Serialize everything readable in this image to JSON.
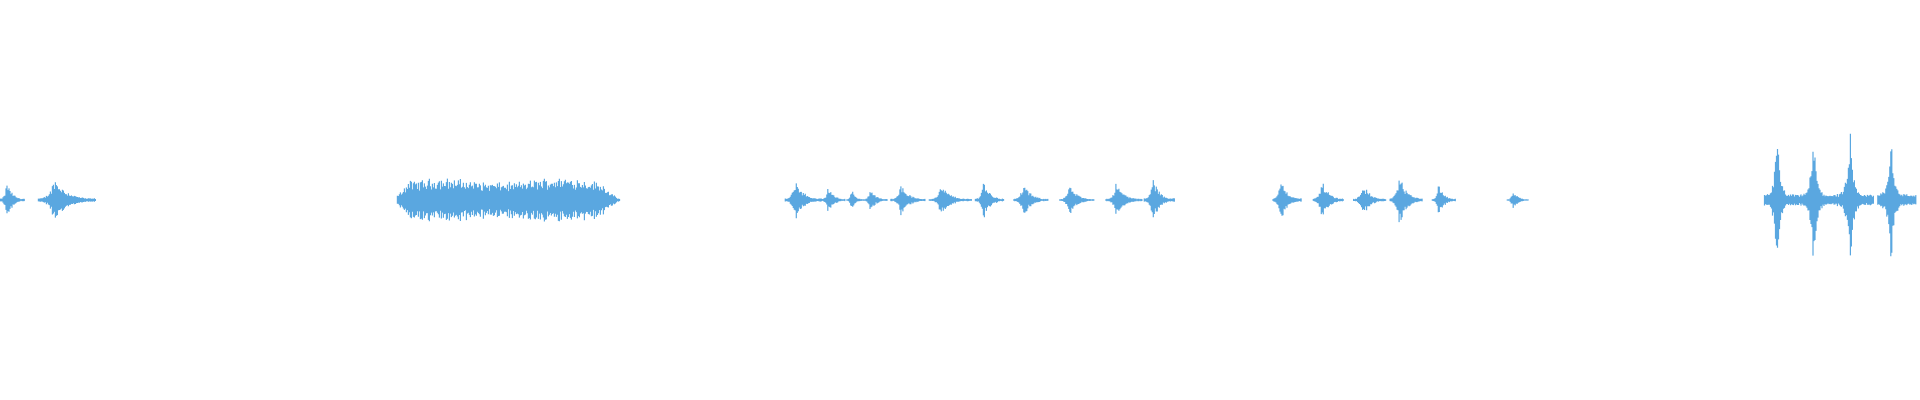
{
  "waveform": {
    "color": "#5aa7e0",
    "background": "#ffffff",
    "duration_fraction_segments": [
      {
        "start": 0.0,
        "end": 0.013,
        "level": 0.1,
        "style": "burst"
      },
      {
        "start": 0.02,
        "end": 0.05,
        "level": 0.12,
        "style": "burst"
      },
      {
        "start": 0.207,
        "end": 0.323,
        "level": 0.14,
        "style": "sustained"
      },
      {
        "start": 0.409,
        "end": 0.428,
        "level": 0.11,
        "style": "burst"
      },
      {
        "start": 0.428,
        "end": 0.44,
        "level": 0.08,
        "style": "burst"
      },
      {
        "start": 0.441,
        "end": 0.45,
        "level": 0.06,
        "style": "burst"
      },
      {
        "start": 0.45,
        "end": 0.462,
        "level": 0.07,
        "style": "burst"
      },
      {
        "start": 0.464,
        "end": 0.482,
        "level": 0.09,
        "style": "burst"
      },
      {
        "start": 0.484,
        "end": 0.506,
        "level": 0.08,
        "style": "burst"
      },
      {
        "start": 0.508,
        "end": 0.523,
        "level": 0.11,
        "style": "burst"
      },
      {
        "start": 0.528,
        "end": 0.546,
        "level": 0.09,
        "style": "burst"
      },
      {
        "start": 0.552,
        "end": 0.57,
        "level": 0.08,
        "style": "burst"
      },
      {
        "start": 0.576,
        "end": 0.595,
        "level": 0.09,
        "style": "burst"
      },
      {
        "start": 0.596,
        "end": 0.612,
        "level": 0.12,
        "style": "burst"
      },
      {
        "start": 0.663,
        "end": 0.678,
        "level": 0.12,
        "style": "burst"
      },
      {
        "start": 0.684,
        "end": 0.7,
        "level": 0.11,
        "style": "burst"
      },
      {
        "start": 0.705,
        "end": 0.722,
        "level": 0.09,
        "style": "burst"
      },
      {
        "start": 0.724,
        "end": 0.741,
        "level": 0.14,
        "style": "burst"
      },
      {
        "start": 0.746,
        "end": 0.758,
        "level": 0.09,
        "style": "burst"
      },
      {
        "start": 0.785,
        "end": 0.796,
        "level": 0.05,
        "style": "burst"
      },
      {
        "start": 0.919,
        "end": 0.938,
        "level": 0.36,
        "style": "spike"
      },
      {
        "start": 0.938,
        "end": 0.957,
        "level": 0.37,
        "style": "spike"
      },
      {
        "start": 0.957,
        "end": 0.976,
        "level": 0.37,
        "style": "spike"
      },
      {
        "start": 0.978,
        "end": 0.998,
        "level": 0.37,
        "style": "spike"
      }
    ]
  }
}
